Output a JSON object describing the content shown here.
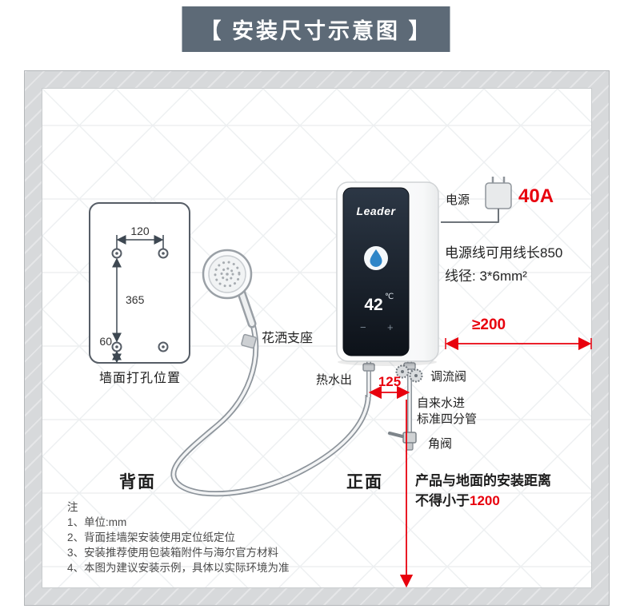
{
  "title": "【 安装尺寸示意图 】",
  "wall_plate": {
    "dim_width": "120",
    "dim_height": "365",
    "dim_bottom": "60",
    "label": "墙面打孔位置"
  },
  "shower": {
    "holder_label": "花洒支座"
  },
  "heater": {
    "brand": "Leader",
    "temp": "42",
    "temp_unit": "℃",
    "minus": "−",
    "plus": "+"
  },
  "power": {
    "label": "电源",
    "amp": "40A",
    "cord_note": "电源线可用线长850",
    "wire_note": "线径: 3*6mm²"
  },
  "pipes": {
    "hot_out": "热水出",
    "flow_valve": "调流阀",
    "water_in1": "自来水进",
    "water_in2": "标准四分管",
    "angle_valve": "角阀"
  },
  "dims": {
    "right_clearance": "≥200",
    "pipe_spacing": "125",
    "floor_text1": "产品与地面的安装距离",
    "floor_text2": "不得小于",
    "floor_value": "1200"
  },
  "views": {
    "back": "背面",
    "front": "正面"
  },
  "notes": {
    "heading": "注",
    "items": [
      "1、单位:mm",
      "2、背面挂墙架安装使用定位纸定位",
      "3、安装推荐使用包装箱附件与海尔官方材料",
      "4、本图为建议安装示例，具体以实际环境为准"
    ]
  },
  "colors": {
    "accent_red": "#e8000d",
    "title_bg": "#5d6a77",
    "wall_gray": "#d7d9db"
  }
}
